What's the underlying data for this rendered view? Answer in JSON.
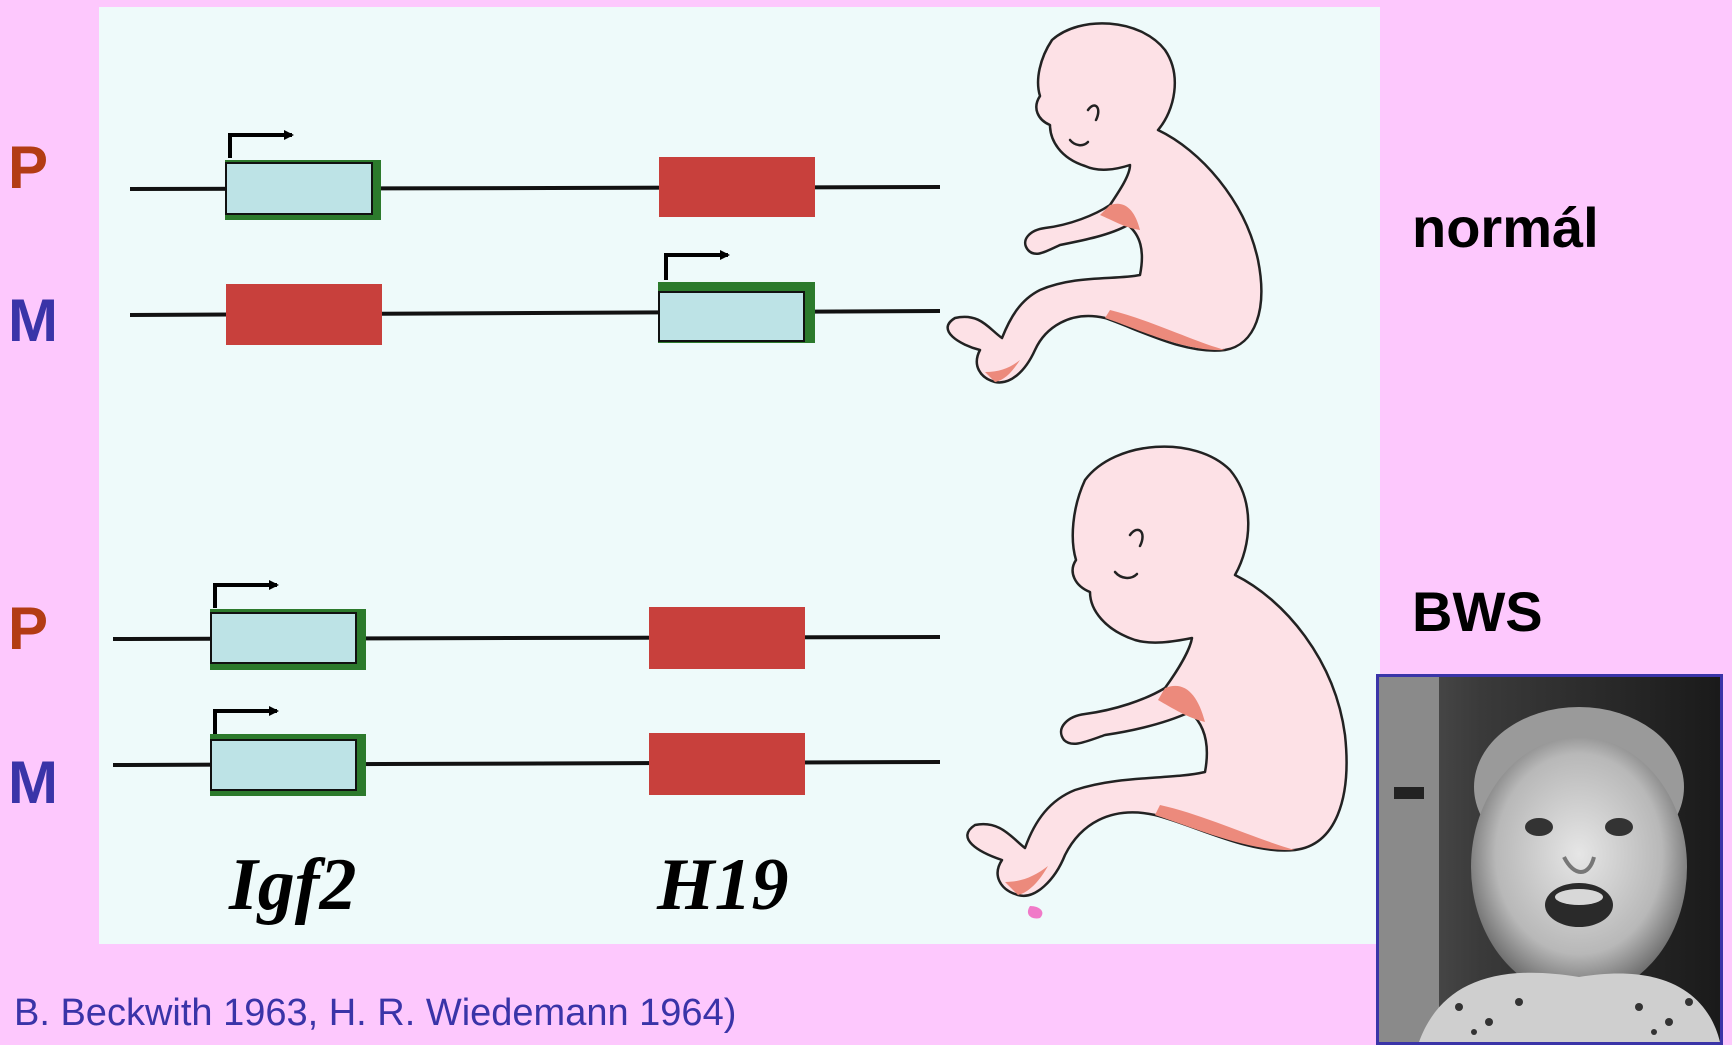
{
  "rows": {
    "normal_paternal": "P",
    "normal_maternal": "M",
    "bws_paternal": "P",
    "bws_maternal": "M"
  },
  "side_labels": {
    "normal": "normál",
    "bws": "BWS"
  },
  "genes": {
    "igf2": "Igf2",
    "h19": "H19"
  },
  "citation": "B. Beckwith 1963,  H. R. Wiedemann 1964)",
  "colors": {
    "background": "#fdc8fd",
    "panel": "#eefafa",
    "active_gene": "#bde3e6",
    "silenced_gene": "#c8403c",
    "paternal_label": "#b33c14",
    "maternal_label": "#3a34a8",
    "fetus_skin": "#fde1e6",
    "fetus_shade": "#ec8a7c"
  }
}
